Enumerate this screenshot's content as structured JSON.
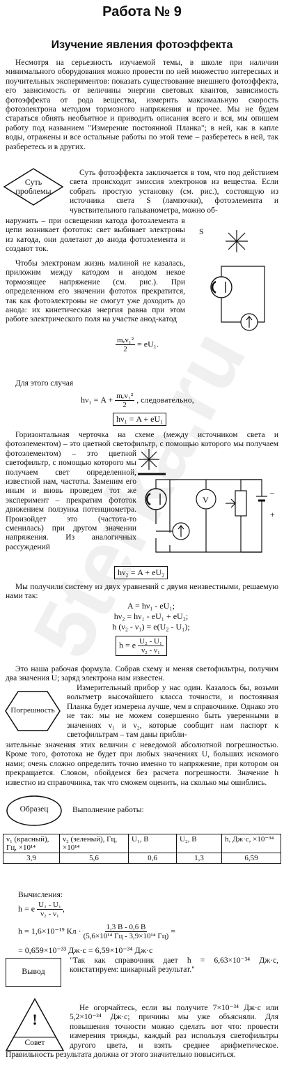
{
  "header": {
    "title": "Работа № 9",
    "subtitle": "Изучение явления фотоэффекта"
  },
  "intro": "Несмотря на серьезность изучаемой темы, в школе при наличии минимального оборудования можно провести по ней множество интересных и поучительных экспериментов: показать существование внешнего фотоэффекта, его зависимость от величины энергии световых квантов, зависимость фотоэффекта от рода вещества, измерить максимальную скорость фотоэлектрона методом тормозного напряжения и прочее. Мы не будем стараться обнять необъятное и приводить описания всего и вся, мы опишем работу под названием \"Измерение постоянной Планка\"; в ней, как в капле воды, отражены и все остальные работы по этой теме – разберетесь в ней, так разберетесь и в других.",
  "badges": {
    "essence": [
      "Суть",
      "проблемы"
    ],
    "error": "Погрешность",
    "sample": "Образец",
    "conclusion": "Вывод",
    "advice": "Совет",
    "advice_mark": "!"
  },
  "essence_text_1": "Суть фотоэффекта заключается в том, что под действием света происходит эмиссия электронов из вещества. Если собрать простую установку (см. рис.), состоящую из источника света S (лампочки), фотоэлемента и чувствительного гальванометра, можно об-",
  "essence_text_2": "наружить – при освещении катода фотоэлемента в цепи возникает фототок: свет выбивает электроны из катода, они долетают до анода фотоэлемента и создают ток.",
  "essence_text_3": "Чтобы электронам жизнь малиной не казалась, приложим между катодом и анодом некое тормозящее напряжение (см. рис.). При определенном его значении фототок прекратится, так как фотоэлектроны не смогут уже доходить до анода: их кинетическая энергия равна при этом работе электрического поля на участке анод-катод",
  "diagram1_label": "S",
  "formula1": {
    "num": "mₑv₁²",
    "den": "2",
    "rhs": "= eU₁."
  },
  "for_this_case": "Для этого случая",
  "formula2": {
    "lhs": "hν₁ = A +",
    "num": "mₑv₁²",
    "den": "2",
    "rhs": ", следовательно,"
  },
  "formula3": "hν₁ = A + eU₁",
  "filter_text": "Горизонтальная черточка на схеме (между источником света и фотоэлементом) – это цветной светофильтр, с помощью которого мы получаем свет определенной, известной нам, частоты. Заменим его иным и вновь проведем тот же эксперимент – прекратим фототок движением ползунка потенциометра. Произойдет это (частота-то сменилась) при другом значении напряжения. Из аналогичных рассуждений",
  "diagram2_labels": {
    "voltmeter": "V",
    "minus": "–",
    "plus": "+"
  },
  "formula4": "hν₂ = A + eU₂",
  "system_text": "Мы получили систему из двух уравнений с двумя неизвестными, решаемую нами так:",
  "system": [
    "A = hν₁ - eU₁;",
    "hν₂ = hν₁ - eU₁ + eU₂;",
    "h (ν₂ - ν₁) = e(U₂ - U₁);"
  ],
  "formula5": {
    "lhs": "h = e",
    "num": "U₂ - U₁",
    "den": "ν₂ - ν₁"
  },
  "working_formula_text": "Это наша рабочая формула. Собрав схему и меняя светофильтры, получим два значения U; заряд электрона нам известен.",
  "error_text_1": "Измерительный прибор у нас один. Казалось бы, возьми вольтметр высочайшего класса точности, и постоянная Планка будет измерена лучше, чем в справочнике. Однако это не так: мы не можем совершенно быть уверенными в значениях ν₁ и ν₂, которые сообщит нам паспорт к светофильтрам – там даны прибли-",
  "error_text_2": "зительные значения этих величин с неведомой абсолютной погрешностью. Кроме того, фототока не будет при любых значениях U, больших искомого нами; очень сложно определить точно именно то напряжение, при котором он прекращается. Словом, обойдемся без расчета погрешности. Значение h известно из справочника, так что сможем оценить, на сколько мы ошиблись.",
  "execution_title": "Выполнение работы:",
  "table": {
    "headers": [
      "ν₁ (красный), Гц, ×10¹⁴",
      "ν₂ (зеленый), Гц, ×10¹⁴",
      "U₁, B",
      "U₂, B",
      "h, Дж·с, ×10⁻³⁴"
    ],
    "row": [
      "3,9",
      "5,6",
      "0,6",
      "1,3",
      "6,59"
    ]
  },
  "calc_title": "Вычисления:",
  "calc1": {
    "lhs": "h = e",
    "num": "U₂ - U₁",
    "den": "ν₂ - ν₁",
    "rhs": ","
  },
  "calc2": {
    "lhs": "h = 1,6×10⁻¹⁹ Кл ·",
    "num": "1,3 В - 0,6 В",
    "den": "(5,6×10¹⁴ Гц - 3,9×10¹⁴ Гц)",
    "rhs": "="
  },
  "calc3": "= 0,659×10⁻³³ Дж·с = 6,59×10⁻³⁴ Дж·с",
  "conclusion_text": "\"Так как справочник дает h = 6,63×10⁻³⁴ Дж·с, констатируем: шикарный результат.\"",
  "advice_text": "Не огорчайтесь, если вы получите 7×10⁻³⁴ Дж·с или 5,2×10⁻³⁴ Дж·с; причины мы уже объясняли. Для повышения точности можно сделать вот что: провести измерения трижды, каждый раз используя светофильтры другого цвета, и взять среднее арифметическое. Правильность результата должна от этого значительно повыситься.",
  "watermark": "5terka.ru"
}
